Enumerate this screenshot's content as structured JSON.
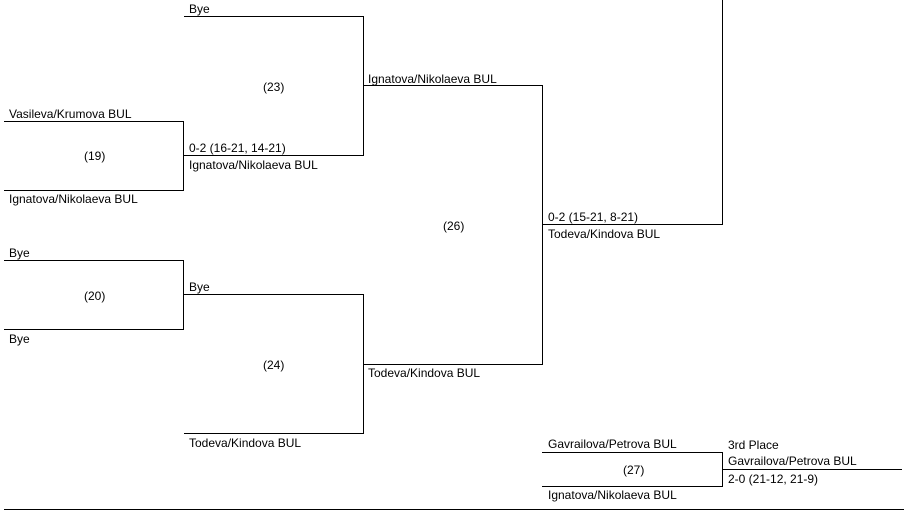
{
  "bracket": {
    "top_bye": "Bye",
    "m19": {
      "number": "(19)",
      "team_a": "Vasileva/Krumova BUL",
      "team_b": "Ignatova/Nikolaeva BUL"
    },
    "m20": {
      "number": "(20)",
      "team_a": "Bye",
      "team_b": "Bye"
    },
    "m23": {
      "number": "(23)",
      "score": "0-2 (16-21, 14-21)",
      "winner": "Ignatova/Nikolaeva BUL"
    },
    "m24": {
      "number": "(24)",
      "team_a": "Bye",
      "team_b": "Todeva/Kindova BUL"
    },
    "m26": {
      "number": "(26)",
      "team_a": "Ignatova/Nikolaeva BUL",
      "team_b": "Todeva/Kindova BUL",
      "score": "0-2 (15-21, 8-21)",
      "winner": "Todeva/Kindova BUL"
    },
    "m27": {
      "number": "(27)",
      "team_a": "Gavrailova/Petrova BUL",
      "team_b": "Ignatova/Nikolaeva BUL",
      "title": "3rd Place",
      "winner": "Gavrailova/Petrova BUL",
      "score": "2-0 (21-12, 21-9)"
    }
  }
}
